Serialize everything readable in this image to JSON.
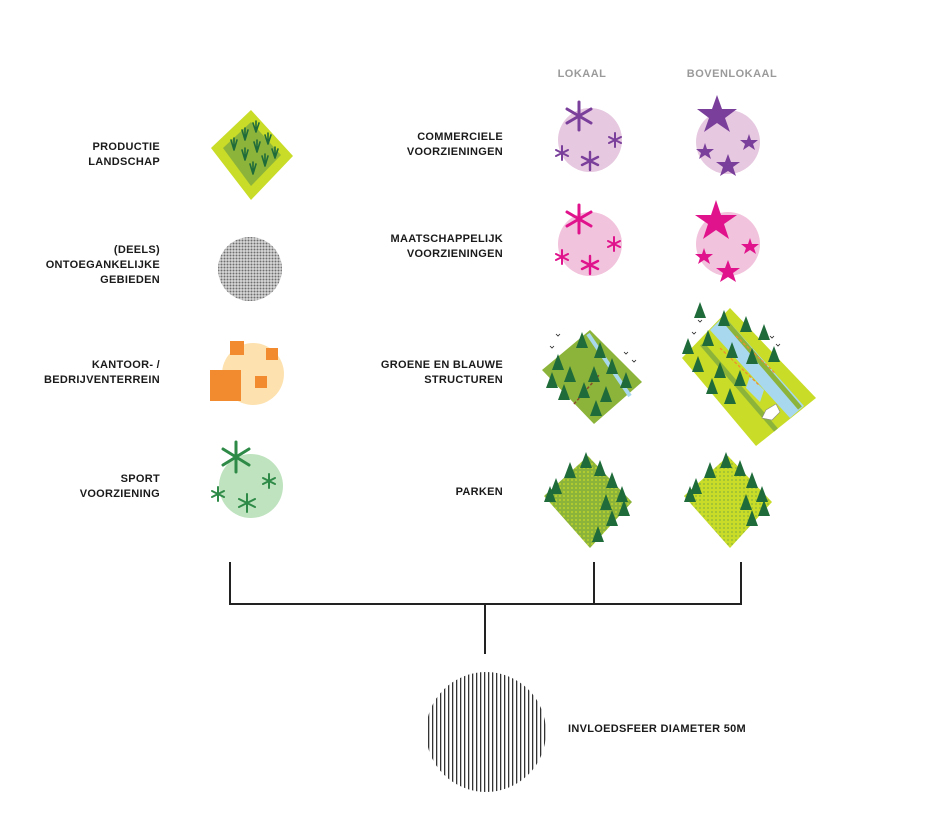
{
  "columns": {
    "local": "LOKAAL",
    "supralocal": "BOVENLOKAAL"
  },
  "left_items": [
    {
      "label": "PRODUCTIE\nLANDSCHAP",
      "icon": "production-landscape-icon"
    },
    {
      "label": "(DEELS)\nONTOEGANKELIJKE\nGEBIEDEN",
      "icon": "inaccessible-area-icon"
    },
    {
      "label": "KANTOOR- /\nBEDRIJVENTERREIN",
      "icon": "business-park-icon"
    },
    {
      "label": "SPORT\nVOORZIENING",
      "icon": "sport-facility-icon"
    }
  ],
  "right_items": [
    {
      "label": "COMMERCIELE\nVOORZIENINGEN",
      "icon_local": "asterisk-icon",
      "icon_supralocal": "star-icon"
    },
    {
      "label": "MAATSCHAPPELIJK\nVOORZIENINGEN",
      "icon_local": "asterisk-icon",
      "icon_supralocal": "star-icon"
    },
    {
      "label": "GROENE EN BLAUWE\nSTRUCTUREN",
      "icon_local": "green-blue-structure-icon",
      "icon_supralocal": "green-blue-structure-icon"
    },
    {
      "label": "PARKEN",
      "icon_local": "park-icon",
      "icon_supralocal": "park-icon"
    }
  ],
  "legend": {
    "label": "INVLOEDSFEER DIAMETER 50M",
    "icon": "influence-sphere-icon"
  },
  "colors": {
    "lime": "#c8dc28",
    "grass": "#8db43a",
    "tree": "#1f6b3a",
    "commercial": "#7a3f9a",
    "commercial_bg": "#e6c8e0",
    "social": "#e0138c",
    "social_bg": "#f2c3dc",
    "sport": "#2e8a47",
    "sport_bg": "#bfe3bf",
    "office": "#f28b30",
    "office_bg": "#fde2b0",
    "water": "#a8d8ee",
    "grey": "#888888",
    "line": "#222222"
  }
}
